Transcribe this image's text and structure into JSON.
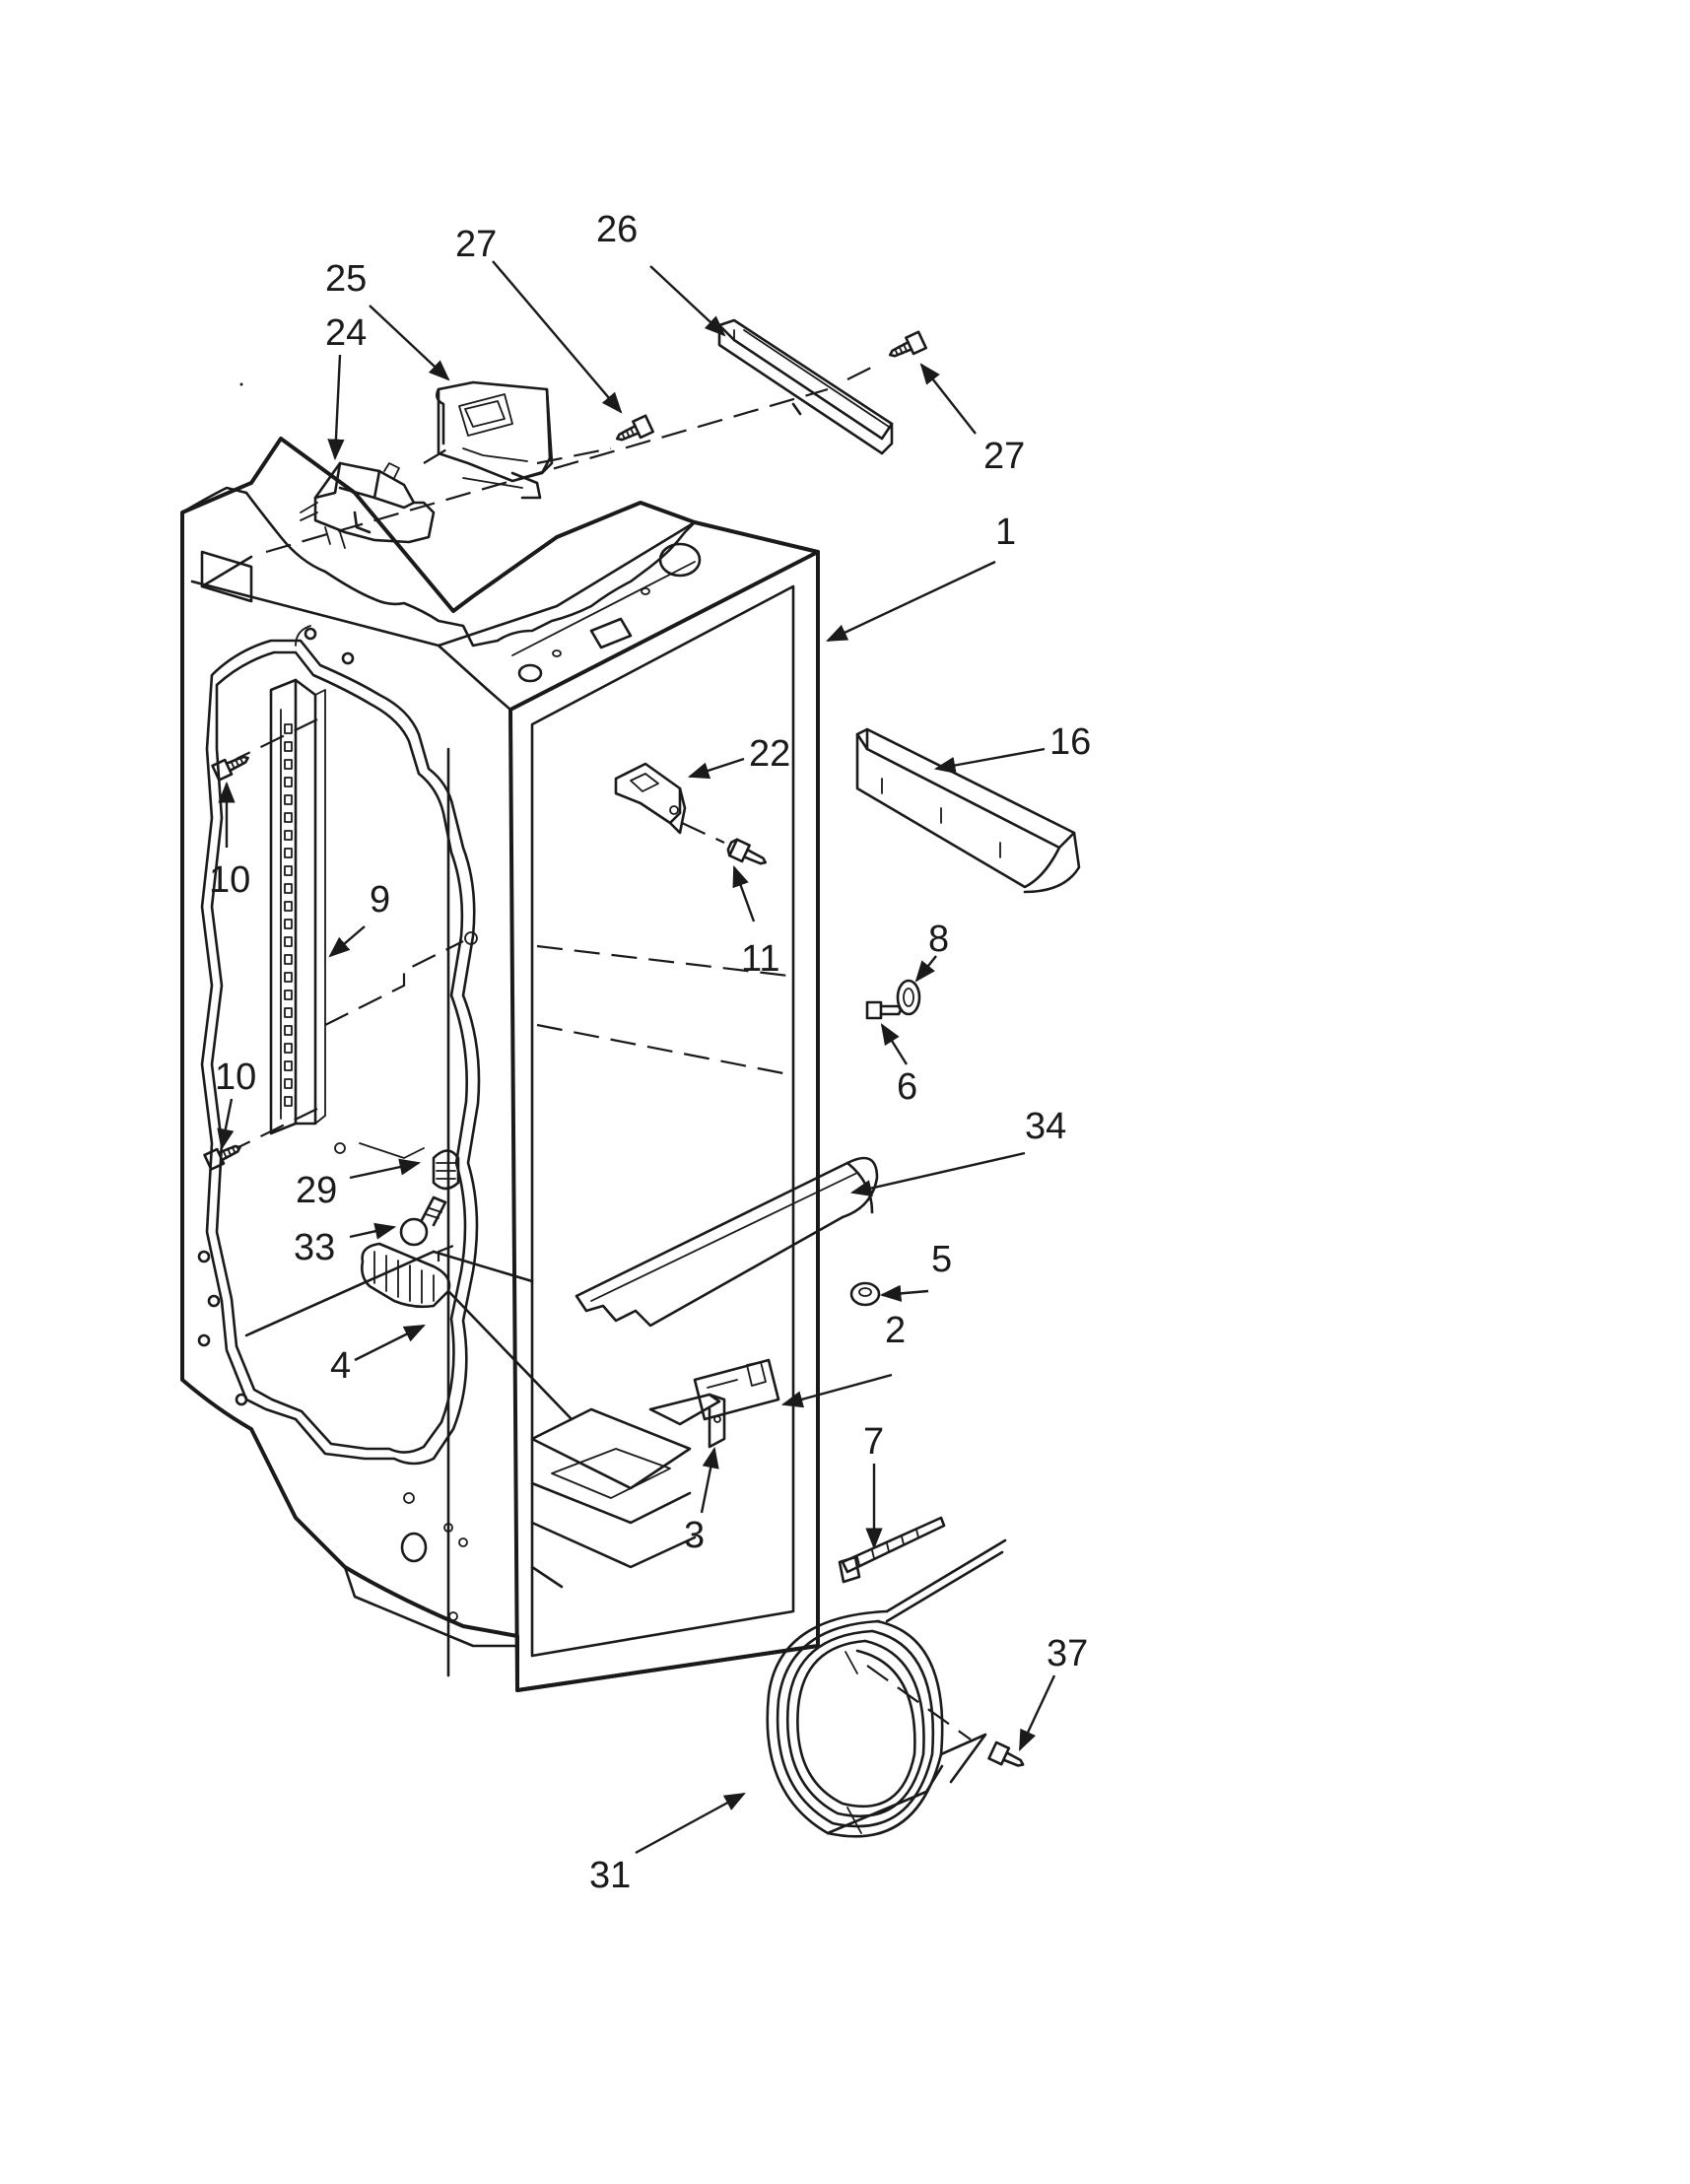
{
  "diagram": {
    "callouts": {
      "c1": "1",
      "c2": "2",
      "c3": "3",
      "c4": "4",
      "c5": "5",
      "c6": "6",
      "c7": "7",
      "c8": "8",
      "c9": "9",
      "c10a": "10",
      "c10b": "10",
      "c11": "11",
      "c16": "16",
      "c22": "22",
      "c24": "24",
      "c25": "25",
      "c26": "26",
      "c27a": "27",
      "c27b": "27",
      "c29": "29",
      "c31": "31",
      "c33": "33",
      "c34": "34",
      "c37": "37"
    },
    "colors": {
      "line": "#1a1a1a",
      "background": "#ffffff"
    }
  }
}
